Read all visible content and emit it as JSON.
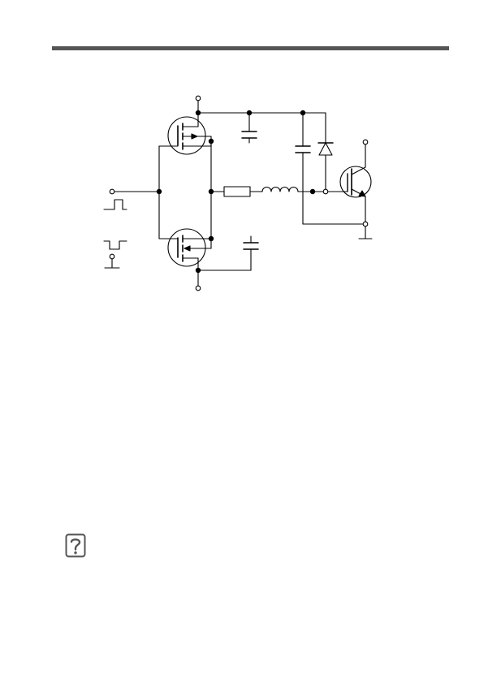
{
  "header": {
    "rule_color": "#555555"
  },
  "diagram": {
    "stroke_color": "#000000",
    "components": [
      "pmos-transistor",
      "nmos-transistor",
      "capacitor",
      "capacitor",
      "capacitor",
      "resistor",
      "inductor",
      "diode",
      "igbt-transistor"
    ],
    "input_waveforms": [
      "positive-pulse",
      "negative-pulse"
    ]
  },
  "help": {
    "icon": "question-icon",
    "color": "#555555"
  }
}
